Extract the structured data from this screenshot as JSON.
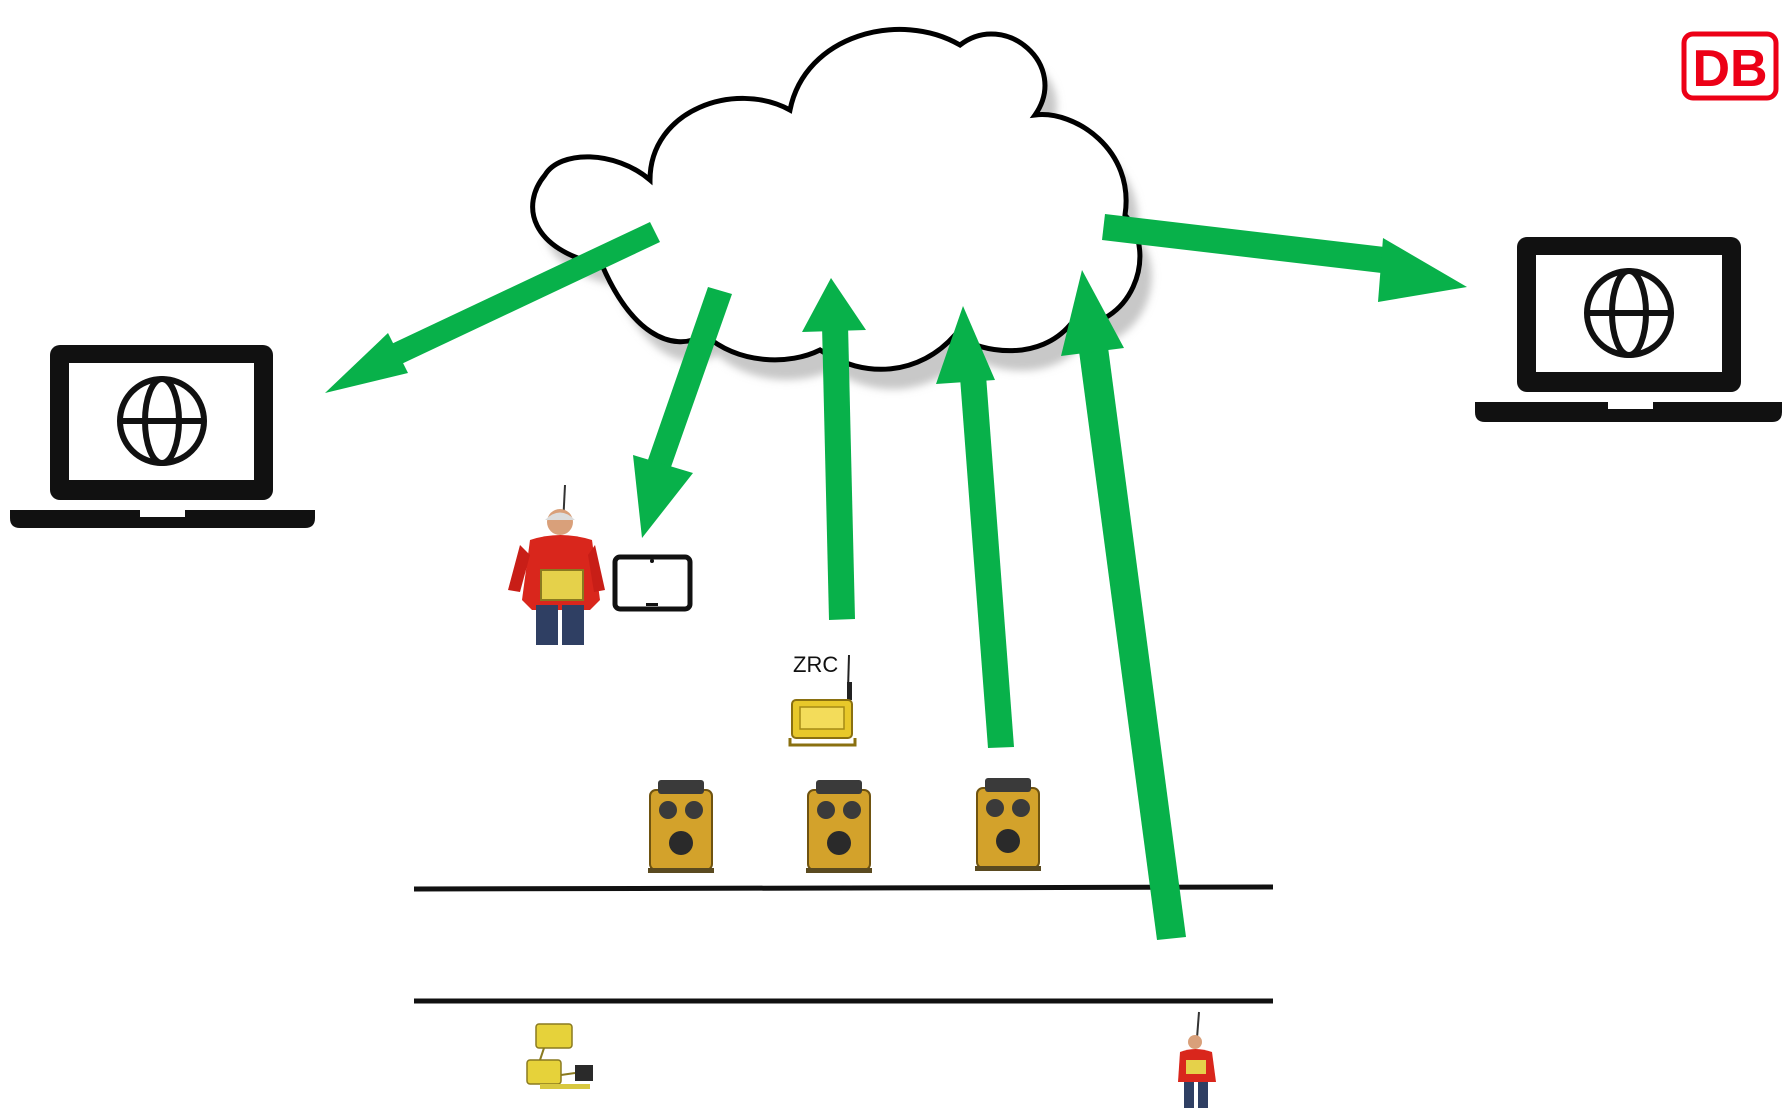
{
  "diagram": {
    "brand": {
      "logo_text": "DB",
      "color": "#ec0016"
    },
    "arrow_color": "#08b14a",
    "cloud_label": "",
    "zrc_label": "ZRC",
    "nodes": [
      {
        "id": "laptop-left",
        "kind": "laptop",
        "icon": "globe-icon"
      },
      {
        "id": "laptop-right",
        "kind": "laptop",
        "icon": "globe-icon"
      },
      {
        "id": "worker-with-tablet",
        "kind": "worker",
        "icon": "tablet-icon"
      },
      {
        "id": "zrc-unit",
        "kind": "radio-controller"
      },
      {
        "id": "warning-unit-1",
        "kind": "track-warning-device"
      },
      {
        "id": "warning-unit-2",
        "kind": "track-warning-device"
      },
      {
        "id": "warning-unit-3",
        "kind": "track-warning-device"
      },
      {
        "id": "lineside-equipment",
        "kind": "equipment-set"
      },
      {
        "id": "worker-trackside",
        "kind": "worker"
      }
    ],
    "connections": [
      {
        "from": "cloud",
        "to": "laptop-left"
      },
      {
        "from": "cloud",
        "to": "worker-with-tablet"
      },
      {
        "from": "zrc-unit",
        "to": "cloud"
      },
      {
        "from": "warning-unit-3",
        "to": "cloud"
      },
      {
        "from": "worker-trackside",
        "to": "cloud"
      },
      {
        "from": "cloud",
        "to": "laptop-right"
      }
    ]
  }
}
